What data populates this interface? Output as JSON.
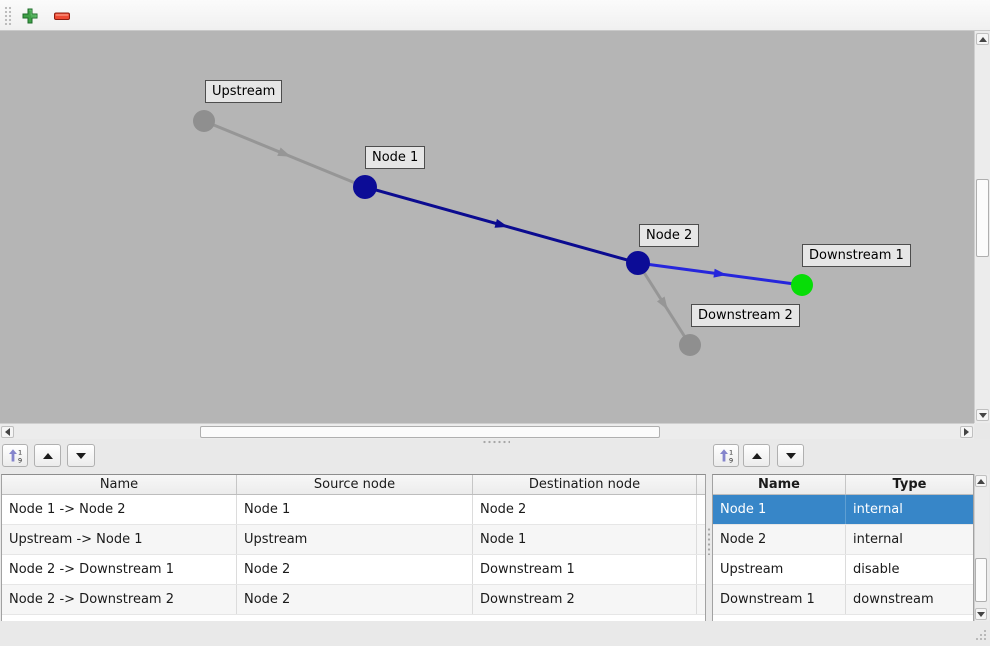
{
  "toolbar": {
    "buttons": [
      {
        "name": "add",
        "icon": "plus-icon",
        "color": "#3fa047"
      },
      {
        "name": "remove",
        "icon": "minus-icon",
        "color": "#ee4a33"
      }
    ]
  },
  "canvas": {
    "background": "#b5b5b5",
    "nodes": [
      {
        "name": "Upstream",
        "type": "disable",
        "color": "#8f8f8f"
      },
      {
        "name": "Node 1",
        "type": "internal",
        "color": "#0c0c96"
      },
      {
        "name": "Node 2",
        "type": "internal",
        "color": "#0c0c96"
      },
      {
        "name": "Downstream 1",
        "type": "downstream",
        "color": "#07dd07"
      },
      {
        "name": "Downstream 2",
        "type": "disable",
        "color": "#8f8f8f"
      }
    ],
    "edges": [
      {
        "from": "Upstream",
        "to": "Node 1",
        "color": "#969696"
      },
      {
        "from": "Node 1",
        "to": "Node 2",
        "color": "#0b0b90"
      },
      {
        "from": "Node 2",
        "to": "Downstream 1",
        "color": "#2626dc"
      },
      {
        "from": "Node 2",
        "to": "Downstream 2",
        "color": "#969696"
      }
    ]
  },
  "edge_table": {
    "headers": [
      "Name",
      "Source node",
      "Destination node"
    ],
    "rows": [
      [
        "Node 1 -> Node 2",
        "Node 1",
        "Node 2"
      ],
      [
        "Upstream -> Node 1",
        "Upstream",
        "Node 1"
      ],
      [
        "Node 2 -> Downstream 1",
        "Node 2",
        "Downstream 1"
      ],
      [
        "Node 2 -> Downstream 2",
        "Node 2",
        "Downstream 2"
      ]
    ]
  },
  "node_table": {
    "headers": [
      "Name",
      "Type"
    ],
    "rows": [
      [
        "Node 1",
        "internal"
      ],
      [
        "Node 2",
        "internal"
      ],
      [
        "Upstream",
        "disable"
      ],
      [
        "Downstream 1",
        "downstream"
      ]
    ],
    "selected_row": 0,
    "selection_color": "#3786c8"
  }
}
